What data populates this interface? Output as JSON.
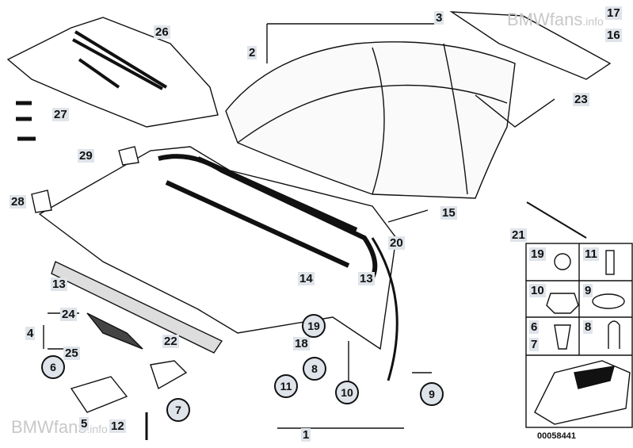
{
  "watermark": {
    "brand": "BMWfans",
    "suffix": ".info"
  },
  "diagram_code": "00058441",
  "callouts": [
    "1",
    "2",
    "3",
    "4",
    "5",
    "6",
    "7",
    "8",
    "9",
    "10",
    "11",
    "12",
    "13",
    "13",
    "14",
    "15",
    "16",
    "17",
    "18",
    "19",
    "20",
    "21",
    "22",
    "23",
    "24",
    "25",
    "26",
    "27",
    "28",
    "29"
  ],
  "legend_box": {
    "cells": [
      "19",
      "11",
      "10",
      "9",
      "6",
      "7",
      "8"
    ]
  },
  "colors": {
    "label_bg": "#dfe4ea",
    "line": "#111111"
  }
}
